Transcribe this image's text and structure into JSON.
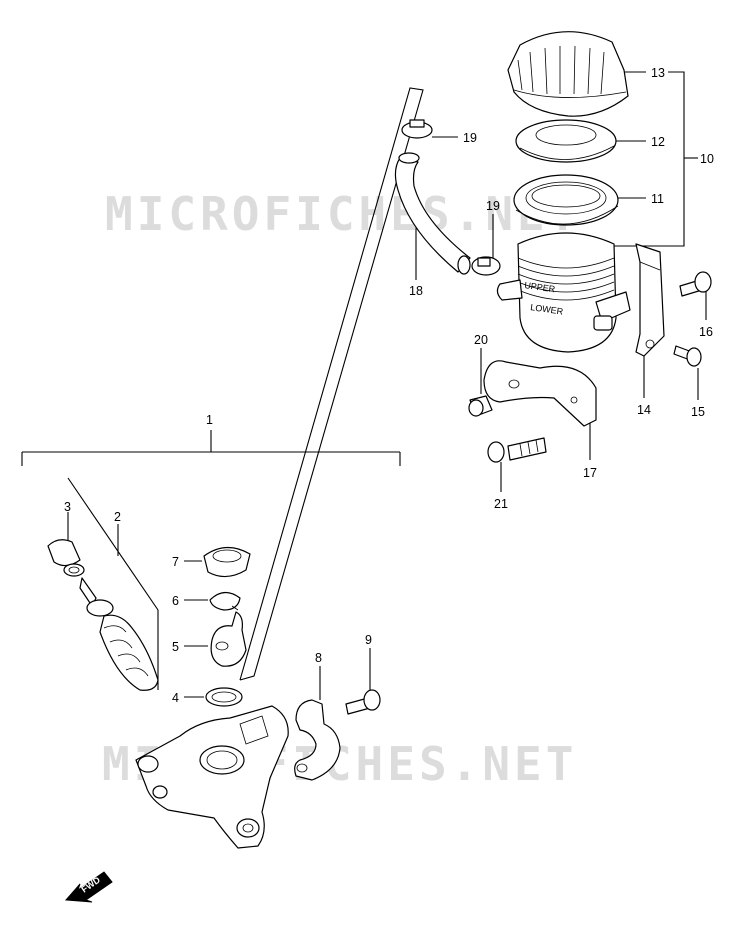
{
  "watermark": {
    "top": "MICROFICHES.NET",
    "bottom": "MICROFICHES.NET"
  },
  "callouts": [
    "1",
    "2",
    "3",
    "4",
    "5",
    "6",
    "7",
    "8",
    "9",
    "10",
    "11",
    "12",
    "13",
    "14",
    "15",
    "16",
    "17",
    "18",
    "19",
    "19",
    "20",
    "21"
  ],
  "reservoir_text": {
    "upper": "UPPER",
    "lower": "LOWER"
  },
  "direction_arrow": {
    "label": "FWD"
  }
}
